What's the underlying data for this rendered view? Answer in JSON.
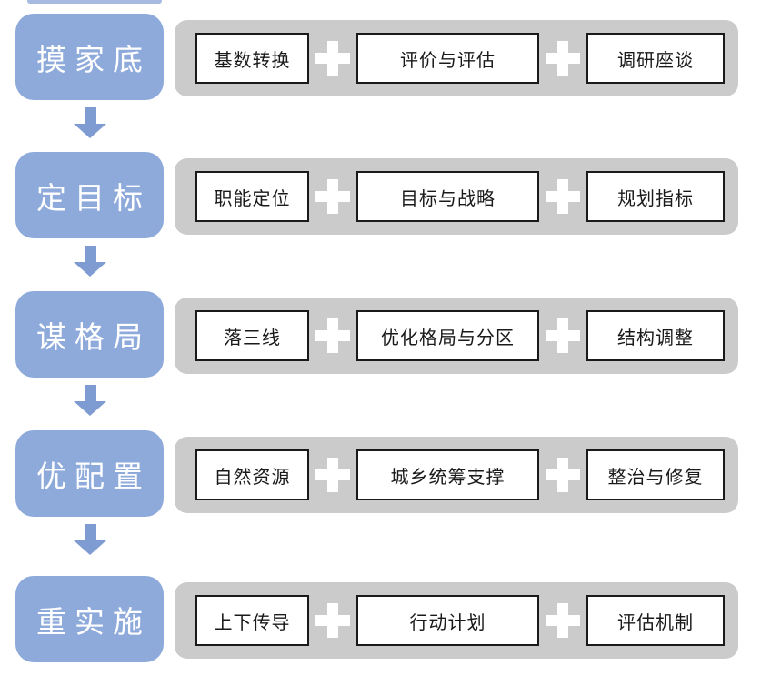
{
  "diagram": {
    "title_hint": "planning-process-flow",
    "rows": [
      {
        "stage": "摸家底",
        "items": [
          "基数转换",
          "评价与评估",
          "调研座谈"
        ]
      },
      {
        "stage": "定目标",
        "items": [
          "职能定位",
          "目标与战略",
          "规划指标"
        ]
      },
      {
        "stage": "谋格局",
        "items": [
          "落三线",
          "优化格局与分区",
          "结构调整"
        ]
      },
      {
        "stage": "优配置",
        "items": [
          "自然资源",
          "城乡统筹支撑",
          "整治与修复"
        ]
      },
      {
        "stage": "重实施",
        "items": [
          "上下传导",
          "行动计划",
          "评估机制"
        ]
      }
    ],
    "connector_icon": "plus-icon",
    "flow_icon": "down-arrow-icon",
    "colors": {
      "stage_fill": "#8EAADB",
      "arrow_fill": "#7E9CD2",
      "bar_fill": "#CBCBCB",
      "item_fill": "#FFFFFF",
      "item_border": "#1A1A1A",
      "stage_text": "#FFFFFF",
      "item_text": "#1A1A1A",
      "sliver_fill": "#A7BBE2"
    }
  }
}
